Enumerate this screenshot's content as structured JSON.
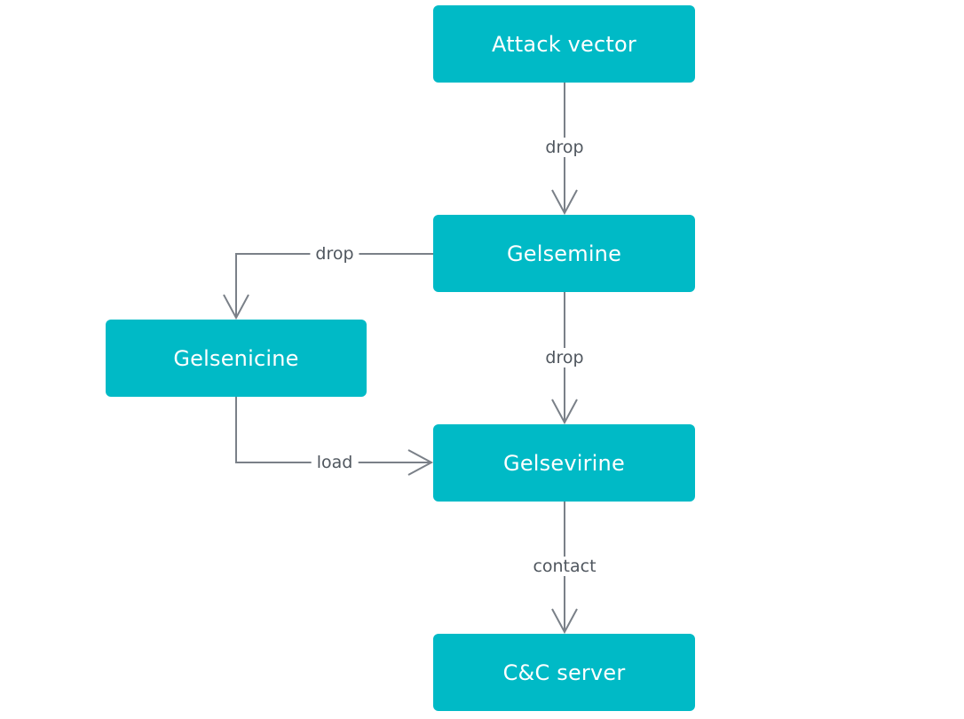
{
  "diagram": {
    "colors": {
      "node_fill": "#00BAC6",
      "node_text": "#FFFFFF",
      "edge": "#7A8088",
      "edge_label": "#4F565E"
    },
    "nodes": [
      {
        "id": "attack_vector",
        "label": "Attack vector"
      },
      {
        "id": "gelsemine",
        "label": "Gelsemine"
      },
      {
        "id": "gelsenicine",
        "label": "Gelsenicine"
      },
      {
        "id": "gelsevirine",
        "label": "Gelsevirine"
      },
      {
        "id": "cc_server",
        "label": "C&C server"
      }
    ],
    "edges": [
      {
        "from": "attack_vector",
        "to": "gelsemine",
        "label": "drop"
      },
      {
        "from": "gelsemine",
        "to": "gelsenicine",
        "label": "drop"
      },
      {
        "from": "gelsemine",
        "to": "gelsevirine",
        "label": "drop"
      },
      {
        "from": "gelsenicine",
        "to": "gelsevirine",
        "label": "load"
      },
      {
        "from": "gelsevirine",
        "to": "cc_server",
        "label": "contact"
      }
    ]
  }
}
